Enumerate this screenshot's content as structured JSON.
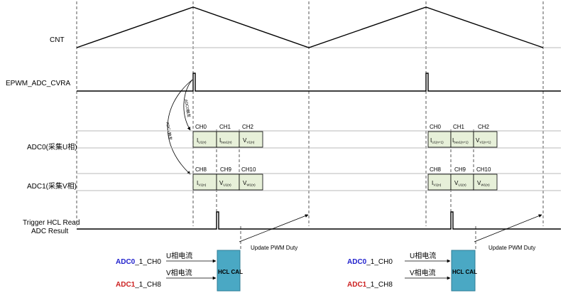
{
  "signals": {
    "cnt": "CNT",
    "epwm": "EPWM_ADC_CVRA",
    "adc0": "ADC0(采集U相)",
    "adc1": "ADC1(采集V相)",
    "trigger_line1": "Trigger HCL Read",
    "trigger_line2": "ADC Result"
  },
  "trigger_arrows": {
    "adc0": "ADC0触发",
    "adc1": "ADC1触发"
  },
  "periods": [
    {
      "adc0": [
        {
          "ch": "CH0",
          "main": "I",
          "sub": "U1(n)"
        },
        {
          "ch": "CH1",
          "main": "I",
          "sub": "bus1(n)"
        },
        {
          "ch": "CH2",
          "main": "V",
          "sub": "V1(n)"
        }
      ],
      "adc1": [
        {
          "ch": "CH8",
          "main": "I",
          "sub": "V1(n)"
        },
        {
          "ch": "CH9",
          "main": "V",
          "sub": "U1(n)"
        },
        {
          "ch": "CH10",
          "main": "V",
          "sub": "W1(n)"
        }
      ]
    },
    {
      "adc0": [
        {
          "ch": "CH0",
          "main": "I",
          "sub": "U1(n+1)"
        },
        {
          "ch": "CH1",
          "main": "I",
          "sub": "bus1(n+1)"
        },
        {
          "ch": "CH2",
          "main": "V",
          "sub": "V1(n+1)"
        }
      ],
      "adc1": [
        {
          "ch": "CH8",
          "main": "I",
          "sub": "V1(n)"
        },
        {
          "ch": "CH9",
          "main": "V",
          "sub": "U1(n)"
        },
        {
          "ch": "CH10",
          "main": "V",
          "sub": "W1(n)"
        }
      ]
    }
  ],
  "hcl": {
    "box": "HCL CAL",
    "update": "Update PWM Duty",
    "in_u_prefix": "ADC0",
    "in_u_suffix": "_1_CH0",
    "in_u_label": "U相电流",
    "in_v_prefix": "ADC1",
    "in_v_suffix": "_1_CH8",
    "in_v_label": "V相电流"
  },
  "colors": {
    "adc0_blue": "#1f1fcc",
    "adc1_red": "#cc1f1f",
    "cell_fill": "#e7f0d9",
    "hcl_fill": "#4aa8c4"
  }
}
